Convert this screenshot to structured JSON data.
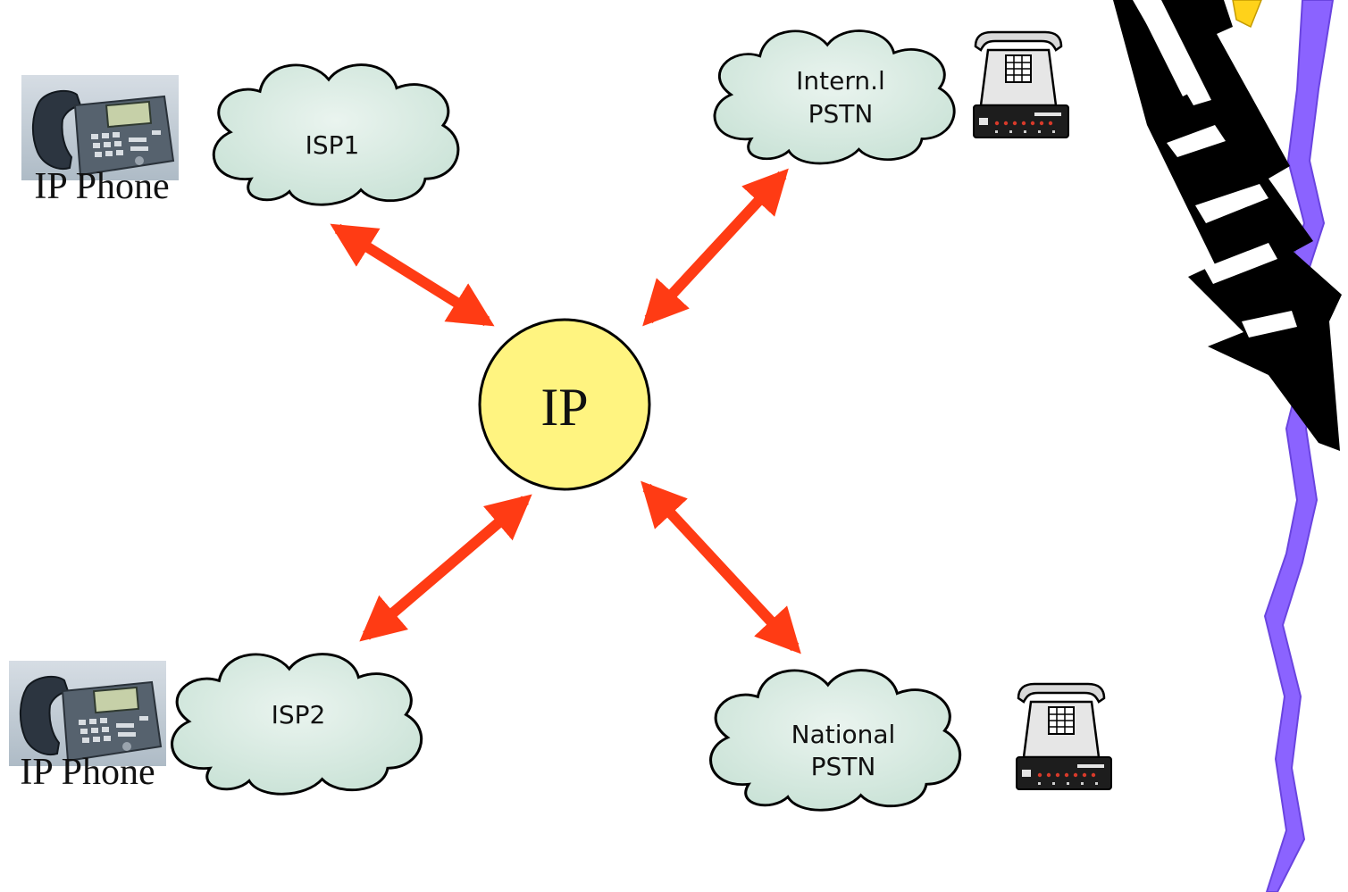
{
  "diagram": {
    "hub": {
      "label": "IP",
      "fill": "#fff480"
    },
    "clouds": {
      "isp1": {
        "lines": [
          "ISP1"
        ]
      },
      "isp2": {
        "lines": [
          "ISP2"
        ]
      },
      "intl_pstn": {
        "lines": [
          "Intern.l",
          "PSTN"
        ]
      },
      "national_pstn": {
        "lines": [
          "National",
          "PSTN"
        ]
      }
    },
    "devices": {
      "ip_phone_top": {
        "label": "IP Phone",
        "icon": "ip-phone-icon"
      },
      "ip_phone_bottom": {
        "label": "IP Phone",
        "icon": "ip-phone-icon"
      },
      "pstn_phone_top": {
        "icon": "desk-telephone-icon"
      },
      "pstn_phone_bottom": {
        "icon": "desk-telephone-icon"
      }
    },
    "colors": {
      "arrow": "#ff3b14",
      "cloud_fill": "#d3e8de",
      "decoration_purple": "#8b63ff",
      "decoration_black": "#000000"
    }
  }
}
